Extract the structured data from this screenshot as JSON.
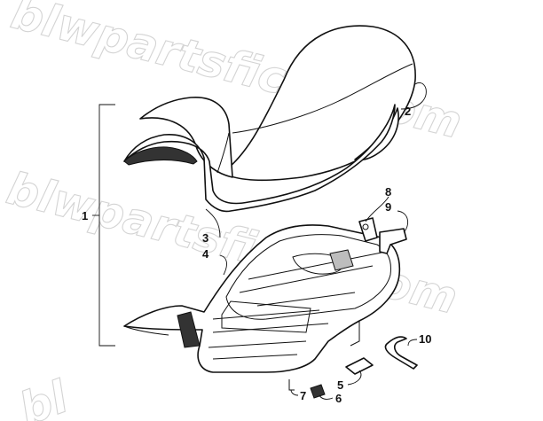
{
  "watermark": {
    "text_top": "blwpartsfiche.com",
    "text_mid": "blwpartsfiche.com",
    "text_bottom": "bl"
  },
  "callouts": [
    {
      "id": "1",
      "label": "1"
    },
    {
      "id": "2",
      "label": "2"
    },
    {
      "id": "3",
      "label": "3"
    },
    {
      "id": "4",
      "label": "4"
    },
    {
      "id": "5",
      "label": "5"
    },
    {
      "id": "6",
      "label": "6"
    },
    {
      "id": "7",
      "label": "7"
    },
    {
      "id": "8",
      "label": "8"
    },
    {
      "id": "9",
      "label": "9"
    },
    {
      "id": "10",
      "label": "10"
    }
  ],
  "colors": {
    "line": "#111111",
    "watermark": "#d4d4d4",
    "background": "#ffffff"
  }
}
